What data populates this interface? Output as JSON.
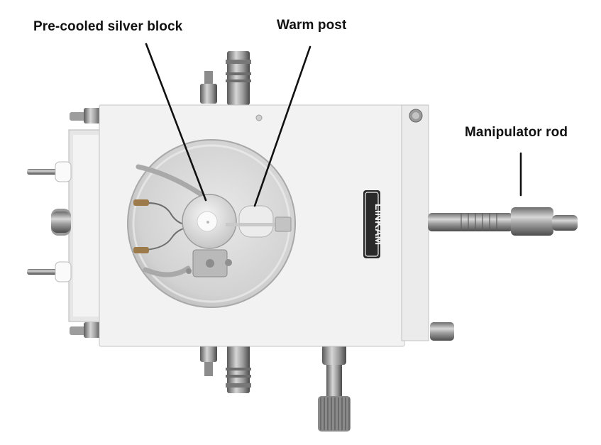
{
  "annotations": {
    "silver_block_label": "Pre-cooled silver block",
    "warm_post_label": "Warm post",
    "manipulator_label": "Manipulator rod"
  },
  "brand": {
    "logo_text": "LINKAM"
  },
  "colors": {
    "label_text": "#111111",
    "leader_line": "#111111",
    "housing": "#f1f1f1",
    "window": "#d9d9d9"
  }
}
